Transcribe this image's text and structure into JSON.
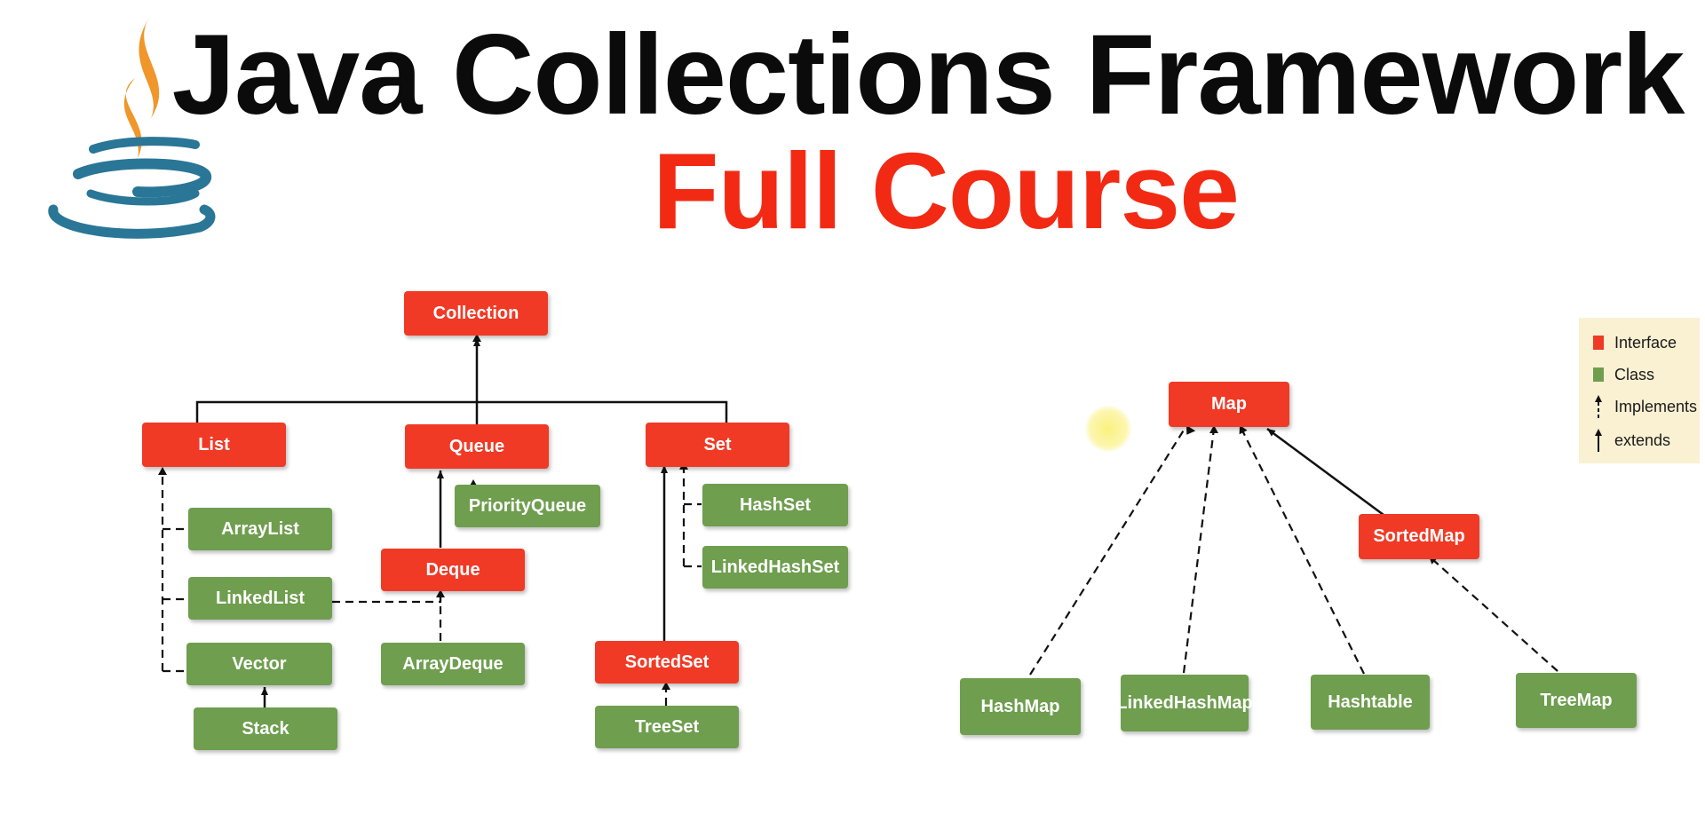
{
  "title": {
    "main": "Java Collections Framework",
    "sub": "Full Course"
  },
  "colors": {
    "interface": "#f03a26",
    "class": "#6e9e4e",
    "title_main": "#0b0b0b",
    "title_sub": "#f22a14",
    "java_logo_steam": "#f0962a",
    "java_logo_cup": "#2a7696",
    "legend_bg": "#faf0d2"
  },
  "icons": {
    "logo": "java-coffee-cup-logo"
  },
  "legend": {
    "interface": "Interface",
    "class": "Class",
    "implements": "Implements",
    "extends": "extends"
  },
  "nodes": {
    "collection": "Collection",
    "list": "List",
    "queue": "Queue",
    "set": "Set",
    "arraylist": "ArrayList",
    "linkedlist": "LinkedList",
    "vector": "Vector",
    "stack": "Stack",
    "priorityqueue": "PriorityQueue",
    "deque": "Deque",
    "arraydeque": "ArrayDeque",
    "hashset": "HashSet",
    "linkedhashset": "LinkedHashSet",
    "sortedset": "SortedSet",
    "treeset": "TreeSet",
    "map": "Map",
    "sortedmap": "SortedMap",
    "hashmap": "HashMap",
    "linkedhashmap": "LinkedHashMap",
    "hashtable": "Hashtable",
    "treemap": "TreeMap"
  },
  "relations": [
    {
      "from": "List",
      "to": "Collection",
      "type": "extends"
    },
    {
      "from": "Queue",
      "to": "Collection",
      "type": "extends"
    },
    {
      "from": "Set",
      "to": "Collection",
      "type": "extends"
    },
    {
      "from": "ArrayList",
      "to": "List",
      "type": "implements"
    },
    {
      "from": "LinkedList",
      "to": "List",
      "type": "implements"
    },
    {
      "from": "Vector",
      "to": "List",
      "type": "implements"
    },
    {
      "from": "Stack",
      "to": "Vector",
      "type": "extends"
    },
    {
      "from": "PriorityQueue",
      "to": "Queue",
      "type": "implements"
    },
    {
      "from": "Deque",
      "to": "Queue",
      "type": "extends"
    },
    {
      "from": "LinkedList",
      "to": "Deque",
      "type": "implements"
    },
    {
      "from": "ArrayDeque",
      "to": "Deque",
      "type": "implements"
    },
    {
      "from": "HashSet",
      "to": "Set",
      "type": "implements"
    },
    {
      "from": "LinkedHashSet",
      "to": "Set",
      "type": "implements"
    },
    {
      "from": "SortedSet",
      "to": "Set",
      "type": "extends"
    },
    {
      "from": "TreeSet",
      "to": "SortedSet",
      "type": "implements"
    },
    {
      "from": "HashMap",
      "to": "Map",
      "type": "implements"
    },
    {
      "from": "LinkedHashMap",
      "to": "Map",
      "type": "implements"
    },
    {
      "from": "Hashtable",
      "to": "Map",
      "type": "implements"
    },
    {
      "from": "SortedMap",
      "to": "Map",
      "type": "extends"
    },
    {
      "from": "TreeMap",
      "to": "SortedMap",
      "type": "implements"
    }
  ]
}
